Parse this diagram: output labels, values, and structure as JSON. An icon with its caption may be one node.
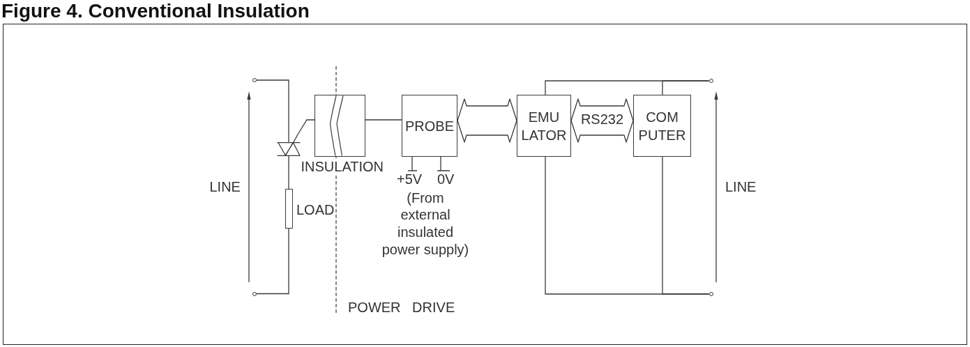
{
  "diagram": {
    "title": "Figure 4. Conventional Insulation",
    "nodes": [
      {
        "text": [],
        "shape": "circle"
      },
      {
        "text": [],
        "shape": "triac"
      },
      {
        "text": [],
        "shape": "resistor",
        "beside": [
          "LOAD"
        ]
      },
      {
        "text": [],
        "shape": "circle"
      },
      {
        "text": [
          "INSULATION"
        ]
      },
      {
        "text": [
          "PROBE"
        ]
      },
      {
        "text": [
          "EMU LATOR"
        ]
      },
      {
        "text": [
          "COM PUTER"
        ]
      },
      {
        "text": [],
        "shape": "circle"
      },
      {
        "text": [],
        "shape": "circle"
      }
    ],
    "edges": [
      {
        "from": 0,
        "to": 1,
        "arrow": "none"
      },
      {
        "from": 1,
        "to": 2,
        "arrow": "none"
      },
      {
        "from": 2,
        "to": 3,
        "arrow": "none"
      },
      {
        "from": 1,
        "to": 4,
        "arrow": "none"
      },
      {
        "from": 4,
        "to": 5,
        "arrow": "none"
      },
      {
        "from": 5,
        "to": 6,
        "arrow": "both",
        "style": "thick"
      },
      {
        "from": 6,
        "to": 7,
        "arrow": "both",
        "style": "thick",
        "label": "RS232"
      },
      {
        "from": 6,
        "to": 8,
        "arrow": "none"
      },
      {
        "from": 7,
        "to": 8,
        "arrow": "none"
      },
      {
        "from": 6,
        "to": 9,
        "arrow": "none"
      },
      {
        "from": 7,
        "to": 9,
        "arrow": "none"
      }
    ],
    "labels": [
      "LINE",
      "+5V",
      "0V",
      "(From external insulated power supply)",
      "LINE",
      "POWER DRIVE"
    ]
  }
}
